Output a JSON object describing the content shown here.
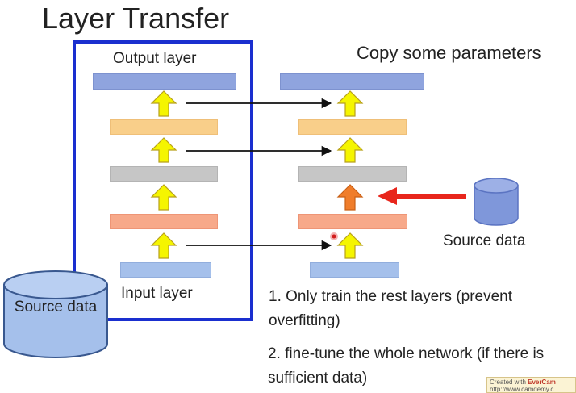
{
  "title": "Layer Transfer",
  "left_network": {
    "output_label": "Output layer",
    "input_label": "Input layer"
  },
  "right_network": {
    "caption": "Copy some parameters"
  },
  "source_data_right": "Source data",
  "source_data_left": "Source data",
  "notes": [
    "1. Only train the rest layers (prevent overfitting)",
    "2. fine-tune the whole network (if there is sufficient data)"
  ],
  "watermark": {
    "prefix": "Created with ",
    "brand": "EverCam",
    "url": "http://www.camdemy.c"
  },
  "colors": {
    "frame": "#1a2fcf",
    "output_layer": "#8fa4de",
    "hidden_yellow": "#f9cf8a",
    "hidden_gray": "#c6c6c6",
    "hidden_salmon": "#f7a98a",
    "input_layer": "#a5c0eb",
    "transfer_arrow": "#f5f500",
    "trainable_arrow": "#f07d2a",
    "data_arrow": "#e8261c",
    "cylinder": "#7f97da"
  }
}
